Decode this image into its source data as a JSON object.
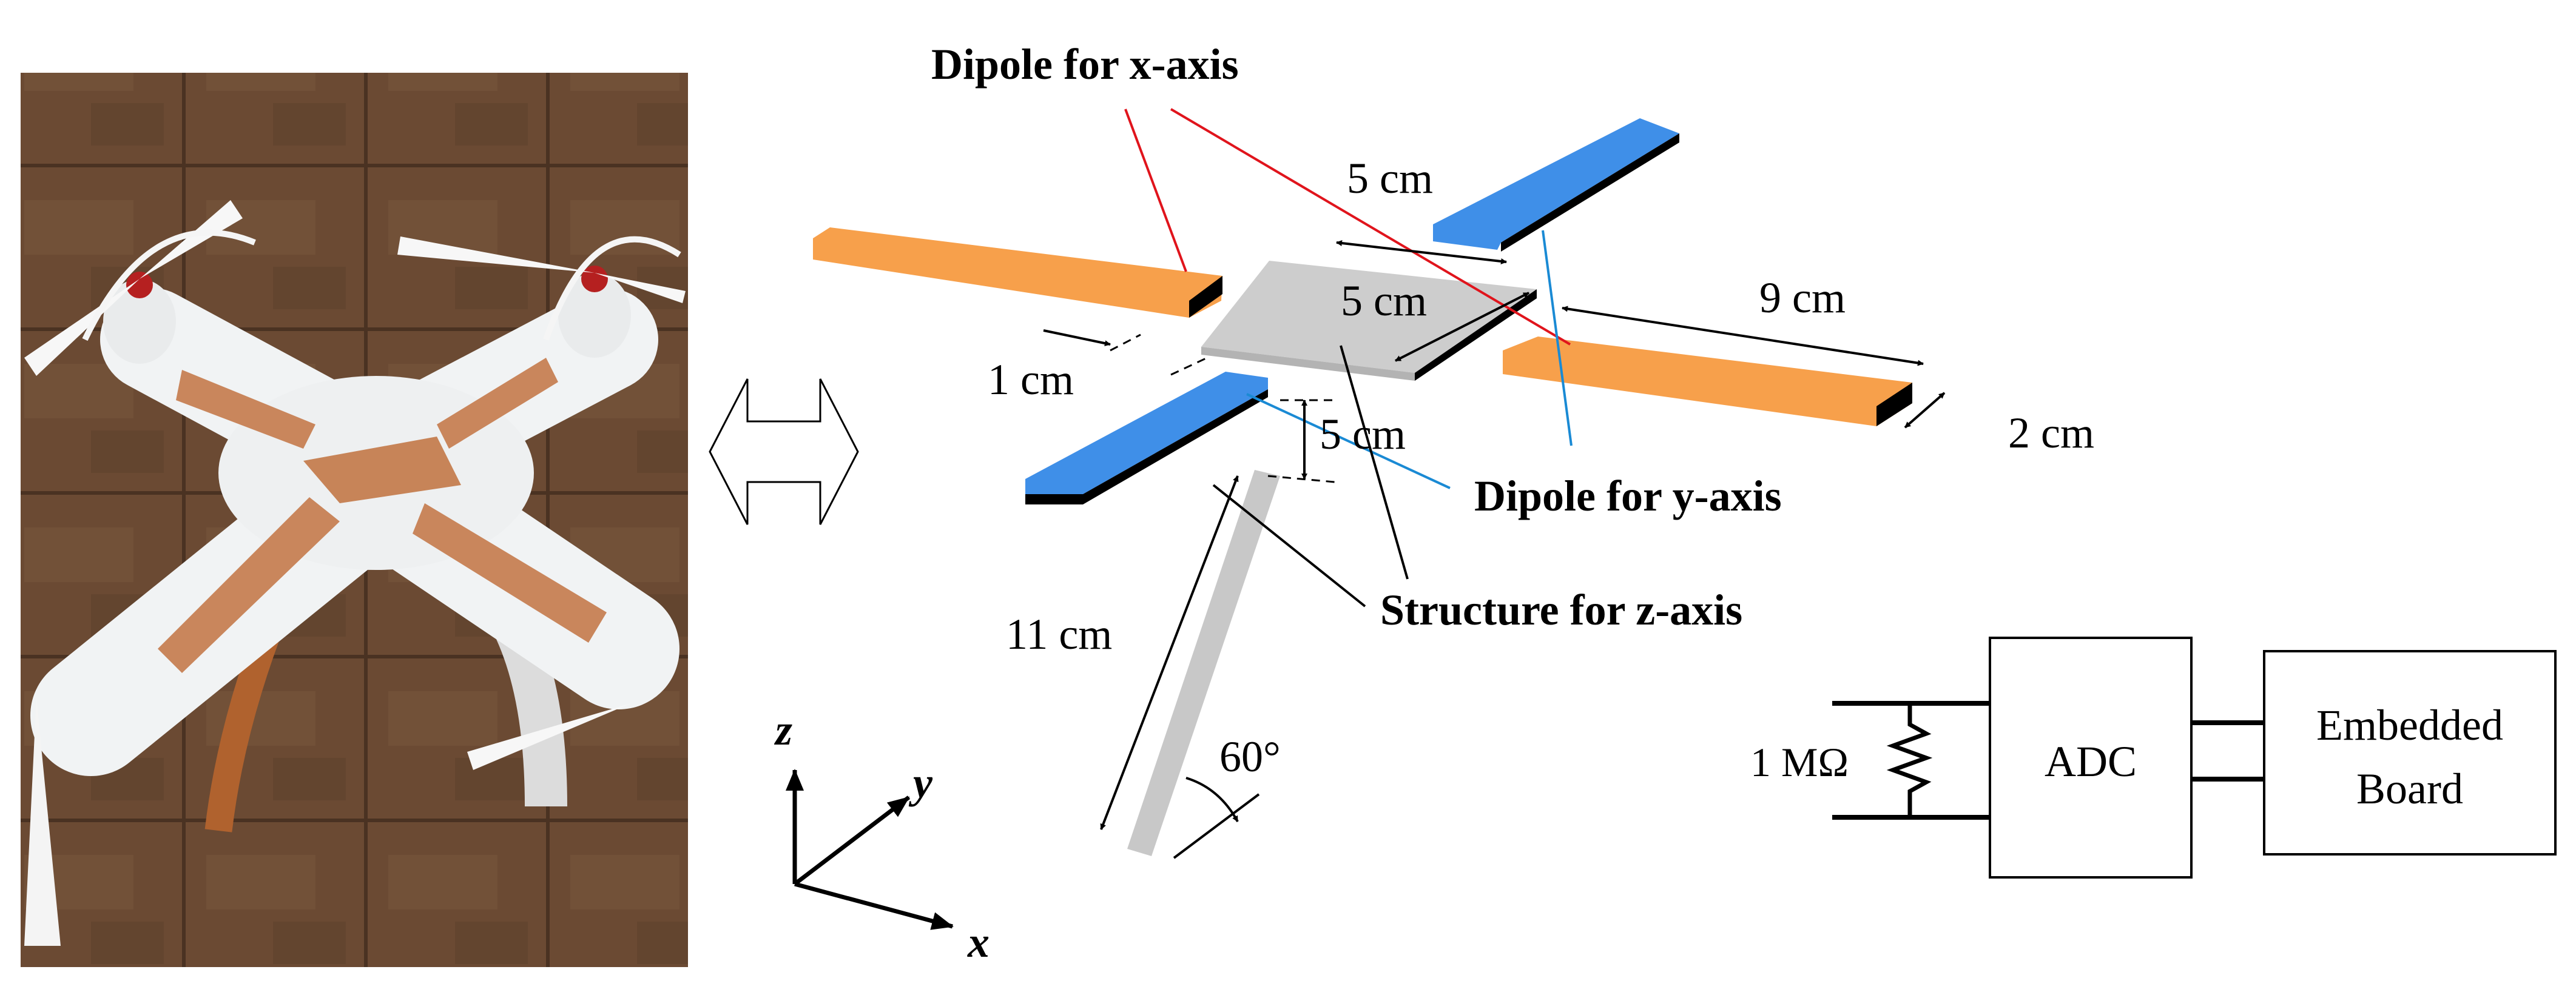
{
  "labels": {
    "dipole_x": "Dipole for x-axis",
    "dipole_y": "Dipole for y-axis",
    "structure_z": "Structure for z-axis"
  },
  "dimensions": {
    "blue_gap": "5 cm",
    "plate_size": "5 cm",
    "arm_length": "9 cm",
    "gap": "1 cm",
    "arm_width": "2 cm",
    "z_height": "5 cm",
    "leg_length": "11 cm",
    "angle": "60°"
  },
  "axes": {
    "x": "x",
    "y": "y",
    "z": "z"
  },
  "circuit": {
    "resistor": "1 MΩ",
    "adc": "ADC",
    "board_line1": "Embedded",
    "board_line2": "Board"
  },
  "colors": {
    "orange_dipole": "#f7a04b",
    "blue_dipole": "#3f8fe8",
    "plate": "#cfcfcf",
    "x_leader": "#e0141c",
    "y_leader": "#1a8ad4"
  }
}
